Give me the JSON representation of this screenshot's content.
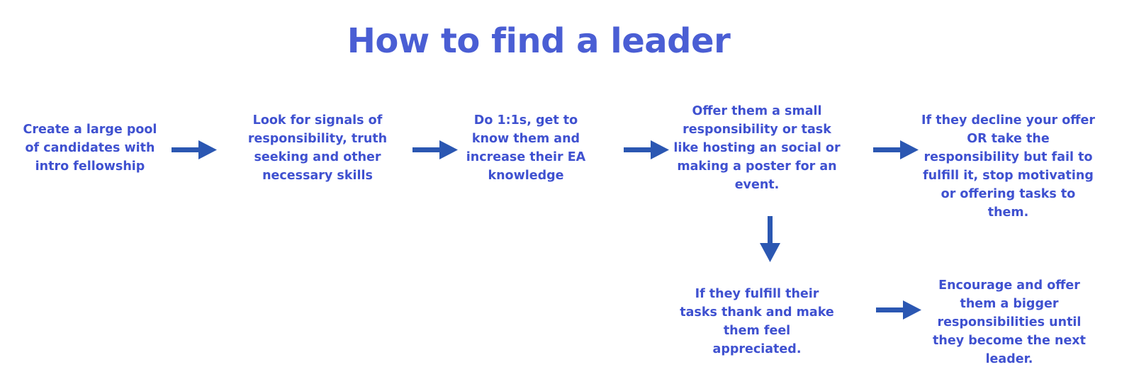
{
  "title": "How to find a leader",
  "colors": {
    "text": "#3f51d0",
    "title": "#4a5ed4",
    "arrow": "#2b57b2",
    "background": "#ffffff"
  },
  "steps": [
    {
      "id": "pool",
      "text": "Create a large pool of candidates with intro fellowship"
    },
    {
      "id": "signals",
      "text": "Look for signals of responsibility, truth seeking and other necessary skills"
    },
    {
      "id": "one-on-ones",
      "text": "Do 1:1s, get to know them and increase their EA knowledge"
    },
    {
      "id": "offer",
      "text": "Offer them a small responsibility or task like hosting an social or making a poster for an event."
    },
    {
      "id": "decline",
      "text": "If they decline your offer OR take the responsibility but fail to fulfill it, stop motivating or offering tasks to them."
    },
    {
      "id": "fulfill",
      "text": "If they fulfill their tasks thank and make them feel appreciated."
    },
    {
      "id": "encourage",
      "text": "Encourage and offer them a bigger responsibilities until they become the next leader."
    }
  ],
  "connections": [
    {
      "from": "pool",
      "to": "signals",
      "icon": "arrow-right-icon"
    },
    {
      "from": "signals",
      "to": "one-on-ones",
      "icon": "arrow-right-icon"
    },
    {
      "from": "one-on-ones",
      "to": "offer",
      "icon": "arrow-right-icon"
    },
    {
      "from": "offer",
      "to": "decline",
      "icon": "arrow-right-icon"
    },
    {
      "from": "offer",
      "to": "fulfill",
      "icon": "arrow-down-icon"
    },
    {
      "from": "fulfill",
      "to": "encourage",
      "icon": "arrow-right-icon"
    }
  ]
}
